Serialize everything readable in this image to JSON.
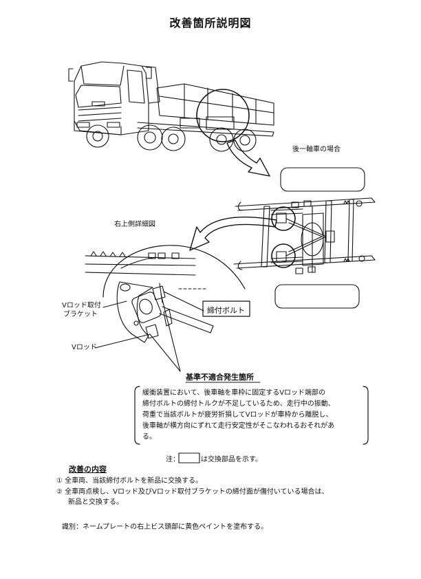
{
  "title": "改善箇所説明図",
  "captions": {
    "rear_axle": "後一軸車の場合",
    "detail": "右上側詳細図"
  },
  "labels": {
    "bracket_line1": "Vロッド取付",
    "bracket_line2": "ブラケット",
    "v_rod": "Vロッド",
    "bolt": "締付ボルト",
    "defect": "基準不適合発生箇所"
  },
  "description": [
    "緩衝装置において、後車軸を車枠に固定するVロッド端部の",
    "締付ボルトの締付トルクが不足しているため、走行中の振動、",
    "荷重で当該ボルトが疲労折損してVロッドが車枠から離脱し、",
    "後車軸が横方向にずれて走行安定性がそこなわれるおそれがあ",
    "る。"
  ],
  "note": {
    "prefix": "注：",
    "suffix": "は交換部品を示す。"
  },
  "remedy": {
    "heading": "改善の内容",
    "item1": "① 全車両、当該締付ボルトを新品に交換する。",
    "item2": "② 全車両点検し、Vロッド及びVロッド取付ブラケットの締付面が傷付いている場合は、",
    "item2_cont": "新品と交換する。"
  },
  "identification": "識別：ネームプレートの右上ビス頭部に黄色ペイントを塗布する。"
}
